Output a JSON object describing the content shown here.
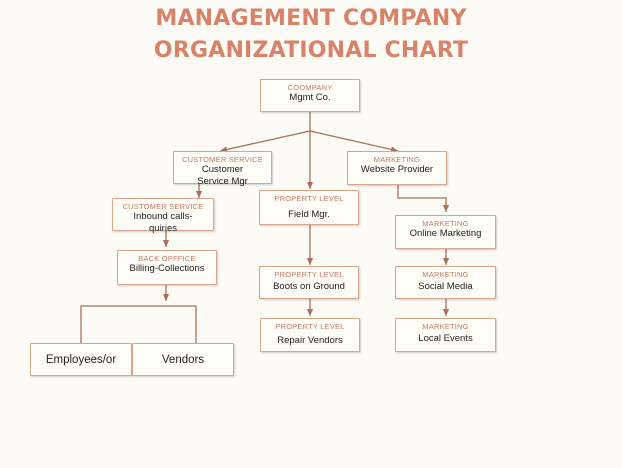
{
  "title": {
    "line1": "MANAGEMENT COMPANY",
    "line2": "ORGANIZATIONAL CHART"
  },
  "colors": {
    "title": "#d9826a",
    "connector": "#a9715a",
    "node_border": "#d9a58d",
    "category_text": "#c57b63",
    "background": "#fdfbf5"
  },
  "nodes": {
    "company": {
      "category": "COOMPANY",
      "label": "Mgmt Co."
    },
    "cs_mgr": {
      "category": "CUSTOMER SERVICE",
      "label": "Customer Service Mgr"
    },
    "field_mgr": {
      "category": "PROPERTY LEVEL",
      "label": "Field Mgr."
    },
    "website": {
      "category": "MARKETING",
      "label": "Website Provider"
    },
    "inbound": {
      "category": "CUSTOMER SERVICE",
      "label": "Inbound calls-quiries"
    },
    "billing": {
      "category": "BACK OPFFICE",
      "label": "Billing-Collections"
    },
    "employees": {
      "label": "Employees/or"
    },
    "vendors": {
      "label": "Vendors"
    },
    "boots": {
      "category": "PROPERTY LEVEL",
      "label": "Boots on Ground"
    },
    "repair": {
      "category": "PROPERTY LEVEL",
      "label": "Repair Vendors"
    },
    "online": {
      "category": "MARKETING",
      "label": "Online Marketing"
    },
    "social": {
      "category": "MARKETING",
      "label": "Social Media"
    },
    "events": {
      "category": "MARKETING",
      "label": "Local Events"
    }
  }
}
